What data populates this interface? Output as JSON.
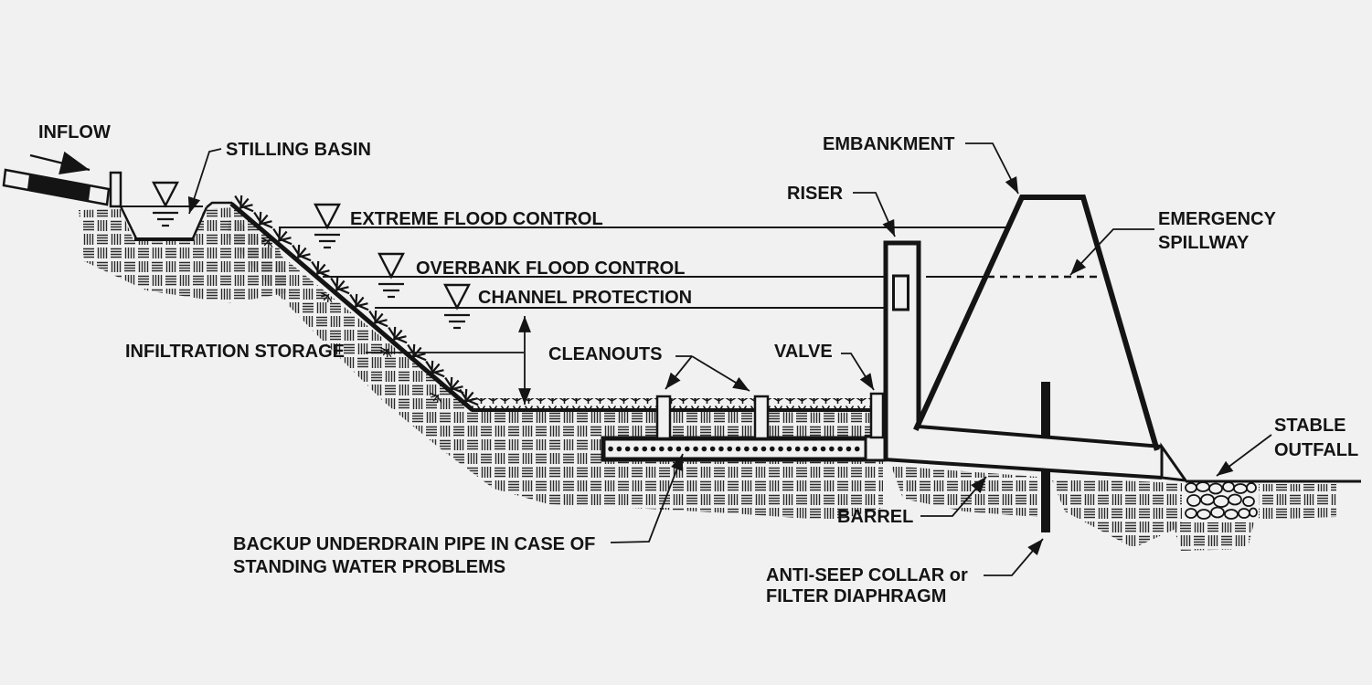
{
  "diagram": {
    "labels": {
      "inflow": "INFLOW",
      "stilling_basin": "STILLING BASIN",
      "extreme_flood": "EXTREME FLOOD CONTROL",
      "overbank_flood": "OVERBANK FLOOD CONTROL",
      "channel_protection": "CHANNEL PROTECTION",
      "infiltration_storage": "INFILTRATION STORAGE",
      "cleanouts": "CLEANOUTS",
      "valve": "VALVE",
      "riser": "RISER",
      "embankment": "EMBANKMENT",
      "emergency_spillway_1": "EMERGENCY",
      "emergency_spillway_2": "SPILLWAY",
      "stable_outfall_1": "STABLE",
      "stable_outfall_2": "OUTFALL",
      "barrel": "BARREL",
      "anti_seep_1": "ANTI-SEEP COLLAR or",
      "anti_seep_2": "FILTER DIAPHRAGM",
      "backup_underdrain_1": "BACKUP UNDERDRAIN PIPE IN CASE OF",
      "backup_underdrain_2": "STANDING WATER PROBLEMS"
    },
    "colors": {
      "ink": "#141414",
      "background": "#f1f1f1"
    }
  }
}
